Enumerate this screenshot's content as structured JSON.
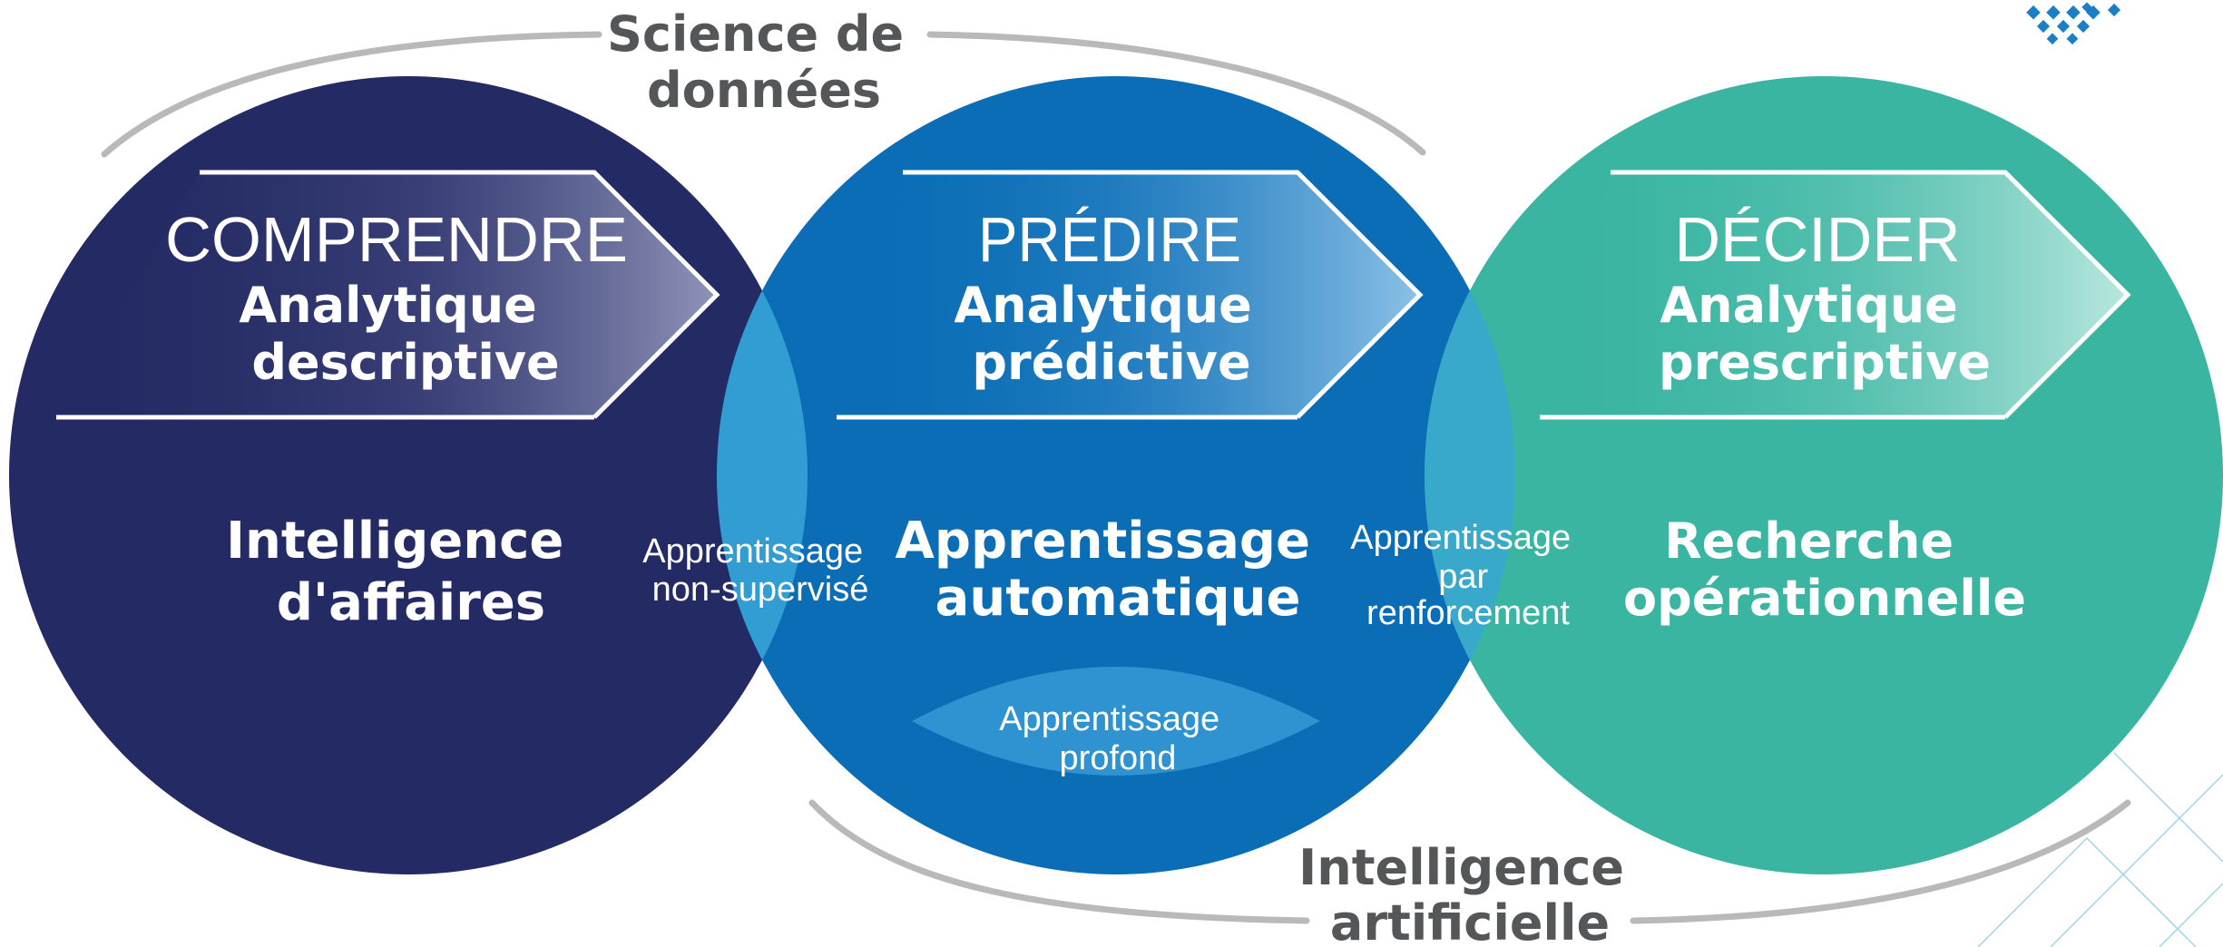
{
  "colors": {
    "navy": "#242a63",
    "blue": "#0a6db5",
    "teal": "#3ab5a2",
    "lens": "#3aa6d8",
    "arc": "#b9b9b9",
    "label_grey": "#555658",
    "text": "#ffffff"
  },
  "top_label": [
    "Science de",
    "données"
  ],
  "bottom_label": [
    "Intelligence",
    "artificielle"
  ],
  "stages": [
    {
      "title": "COMPRENDRE",
      "analytics": [
        "Analytique",
        "descriptive"
      ],
      "discipline": [
        "Intelligence",
        "d'affaires"
      ]
    },
    {
      "title": "PRÉDIRE",
      "analytics": [
        "Analytique",
        "prédictive"
      ],
      "discipline": [
        "Apprentissage",
        "automatique"
      ]
    },
    {
      "title": "DÉCIDER",
      "analytics": [
        "Analytique",
        "prescriptive"
      ],
      "discipline": [
        "Recherche",
        "opérationnelle"
      ]
    }
  ],
  "overlaps": {
    "unsupervised": [
      "Apprentissage",
      "non-supervisé"
    ],
    "reinforcement": [
      "Apprentissage",
      "par",
      "renforcement"
    ],
    "deep": [
      "Apprentissage",
      "profond"
    ]
  },
  "decor": {
    "logo_icon": "diamond-dots-icon",
    "corner_lines": "diagonal-lines-decoration"
  }
}
